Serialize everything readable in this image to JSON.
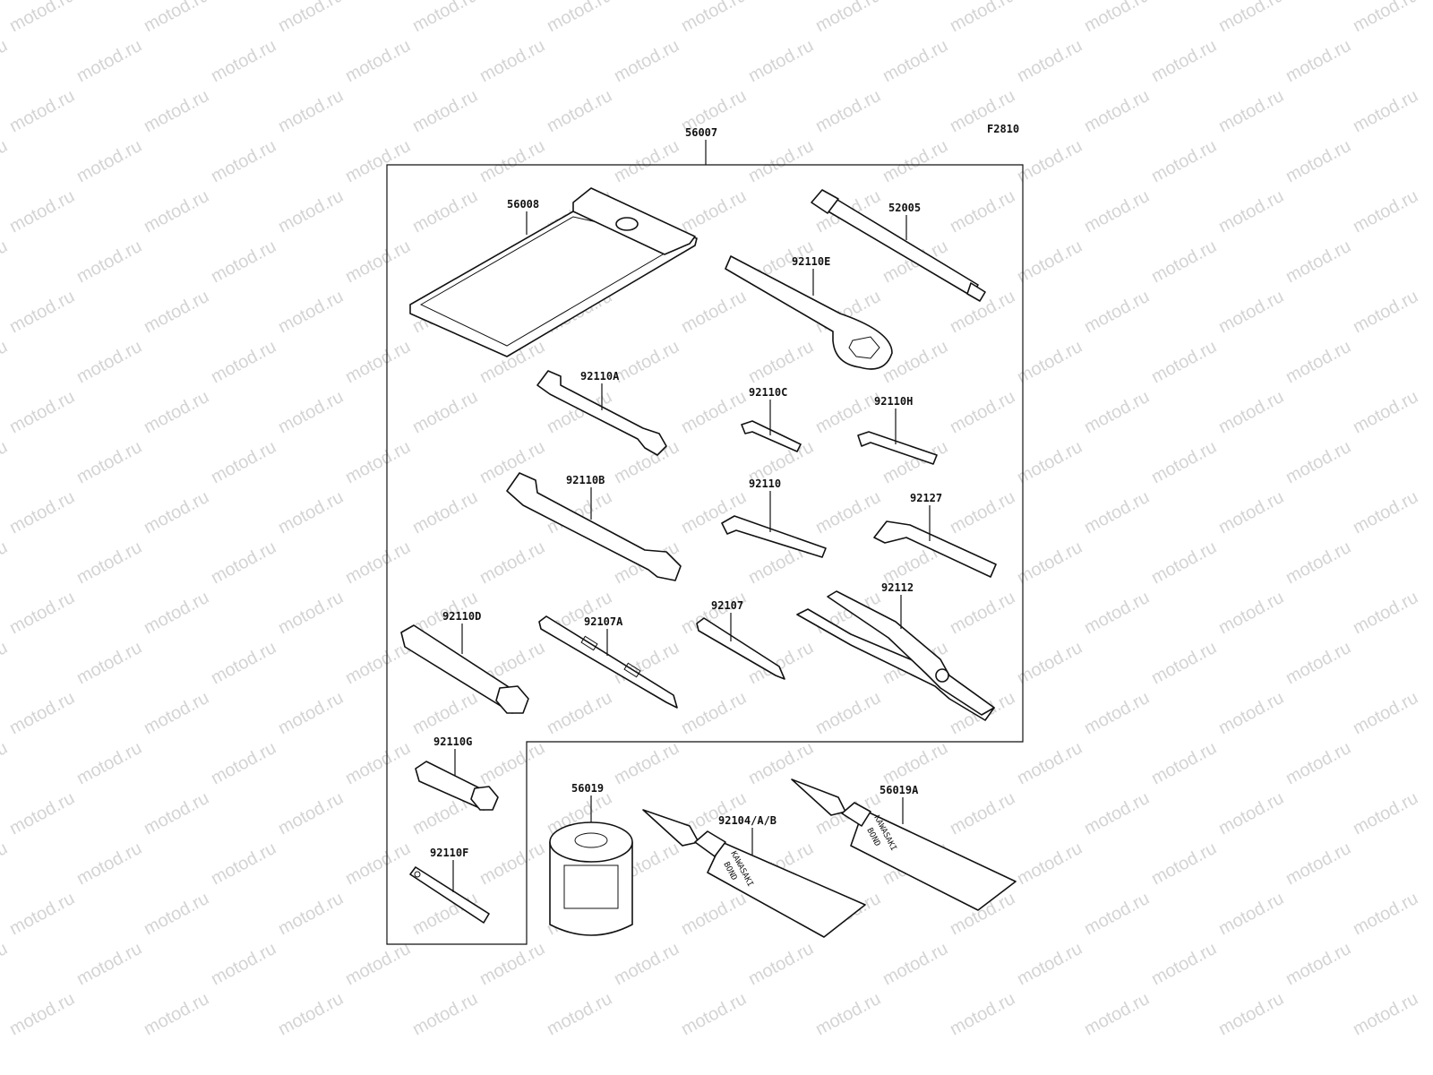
{
  "watermark": {
    "text": "motod.ru"
  },
  "figure_code": "F2810",
  "kit_label": "56007",
  "tube_brand": "KAWASAKI",
  "tube_product": "BOND",
  "parts": {
    "p56008": "56008",
    "p52005": "52005",
    "p92110E": "92110E",
    "p92110A": "92110A",
    "p92110C": "92110C",
    "p92110H": "92110H",
    "p92110B": "92110B",
    "p92110": "92110",
    "p92127": "92127",
    "p92110D": "92110D",
    "p92107A": "92107A",
    "p92107": "92107",
    "p92112": "92112",
    "p92110G": "92110G",
    "p92110F": "92110F",
    "p56019": "56019",
    "p92104": "92104/A/B",
    "p56019A": "56019A"
  }
}
